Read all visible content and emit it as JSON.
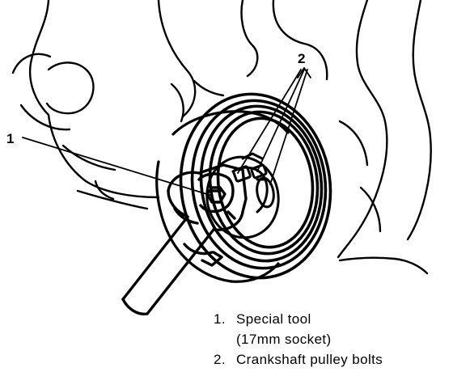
{
  "callouts": {
    "one": "1",
    "two": "2"
  },
  "legend": {
    "item1_number": "1.",
    "item1_text": "Special tool",
    "item1_subtext": "(17mm socket)",
    "item2_number": "2.",
    "item2_text": "Crankshaft pulley bolts"
  },
  "colors": {
    "ink": "#000000",
    "paper": "#ffffff"
  }
}
